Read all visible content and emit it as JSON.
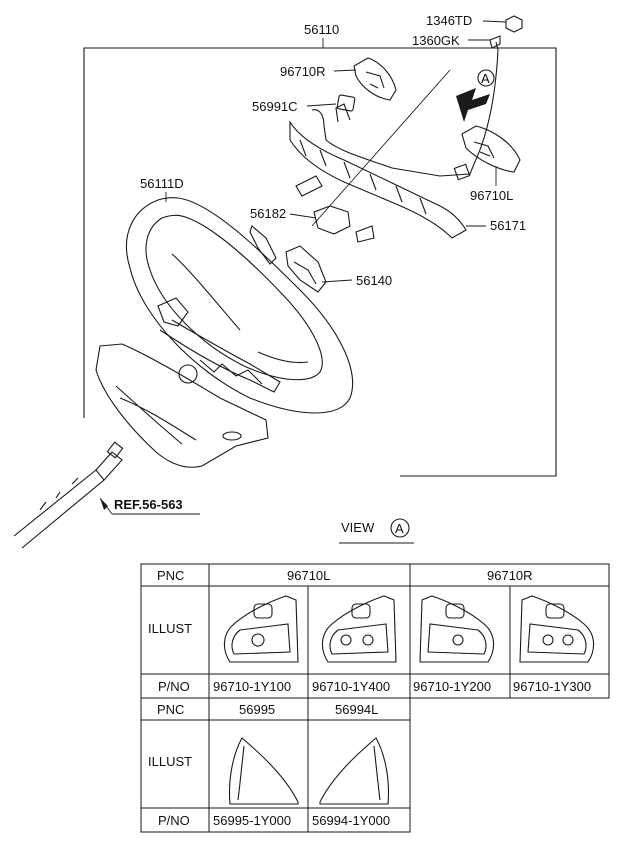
{
  "callouts": {
    "c56110": "56110",
    "c1346TD": "1346TD",
    "c1360GK": "1360GK",
    "c96710R": "96710R",
    "c56991C": "56991C",
    "c96710L": "96710L",
    "c56111D": "56111D",
    "c56182": "56182",
    "c56171": "56171",
    "c56140": "56140",
    "ref": "REF.56-563",
    "view_marker": "A"
  },
  "view": {
    "label": "VIEW",
    "marker": "A"
  },
  "table": {
    "row_pnc": "PNC",
    "row_illust": "ILLUST",
    "row_pno": "P/NO",
    "pnc_left": "96710L",
    "pnc_right": "96710R",
    "pno": [
      "96710-1Y100",
      "96710-1Y400",
      "96710-1Y200",
      "96710-1Y300"
    ],
    "pnc2_a": "56995",
    "pnc2_b": "56994L",
    "pno2": [
      "56995-1Y000",
      "56994-1Y000"
    ]
  }
}
